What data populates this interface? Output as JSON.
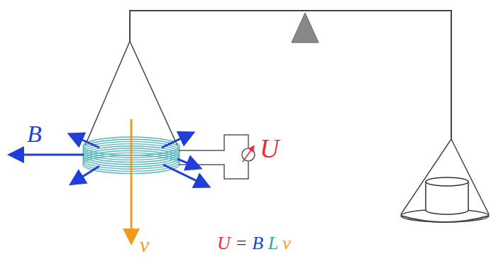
{
  "diagram": {
    "labels": [
      "B",
      "v",
      "U",
      "U = B L v"
    ]
  }
}
